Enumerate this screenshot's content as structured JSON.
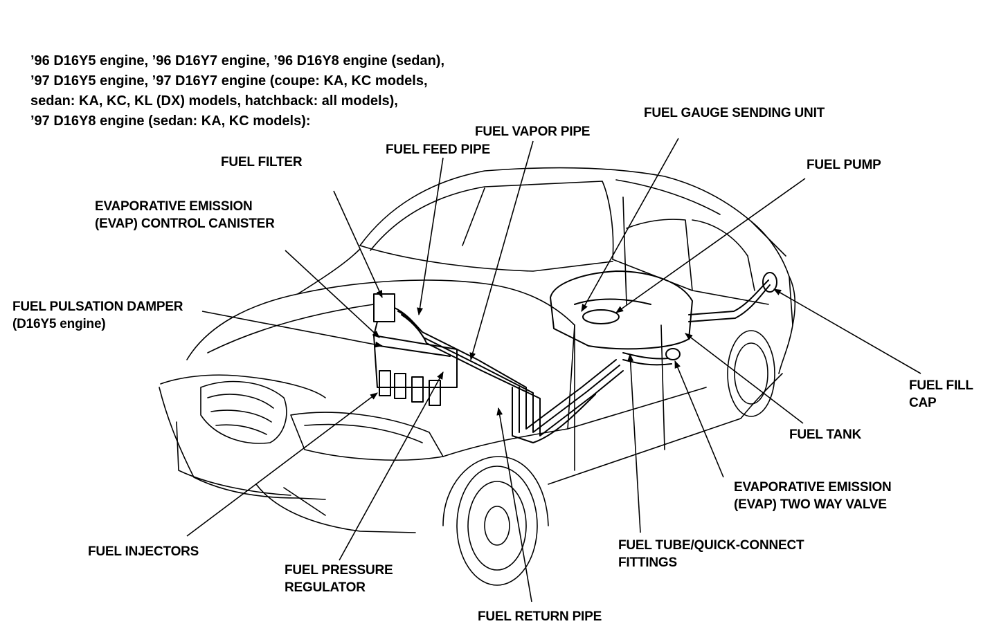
{
  "header": {
    "lines": [
      "’96 D16Y5 engine, ’96 D16Y7 engine, ’96 D16Y8 engine (sedan),",
      "’97 D16Y5 engine, ’97 D16Y7 engine (coupe: KA, KC models,",
      "sedan: KA, KC, KL (DX) models, hatchback: all models),",
      "’97 D16Y8 engine (sedan: KA, KC models):"
    ]
  },
  "labels": {
    "fuel_filter": "FUEL FILTER",
    "fuel_feed_pipe": "FUEL FEED PIPE",
    "fuel_vapor_pipe": "FUEL VAPOR PIPE",
    "fuel_gauge_sending_unit": "FUEL GAUGE SENDING UNIT",
    "fuel_pump": "FUEL PUMP",
    "evap_canister": [
      "EVAPORATIVE EMISSION",
      "(EVAP) CONTROL CANISTER"
    ],
    "fuel_pulsation_damper": [
      "FUEL PULSATION DAMPER",
      "(D16Y5 engine)"
    ],
    "fuel_fill_cap": [
      "FUEL FILL",
      "CAP"
    ],
    "fuel_tank": "FUEL TANK",
    "evap_two_way_valve": [
      "EVAPORATIVE EMISSION",
      "(EVAP) TWO WAY VALVE"
    ],
    "fuel_tube_fittings": [
      "FUEL TUBE/QUICK-CONNECT",
      "FITTINGS"
    ],
    "fuel_injectors": "FUEL INJECTORS",
    "fuel_pressure_regulator": [
      "FUEL PRESSURE",
      "REGULATOR"
    ],
    "fuel_return_pipe": "FUEL RETURN PIPE"
  }
}
